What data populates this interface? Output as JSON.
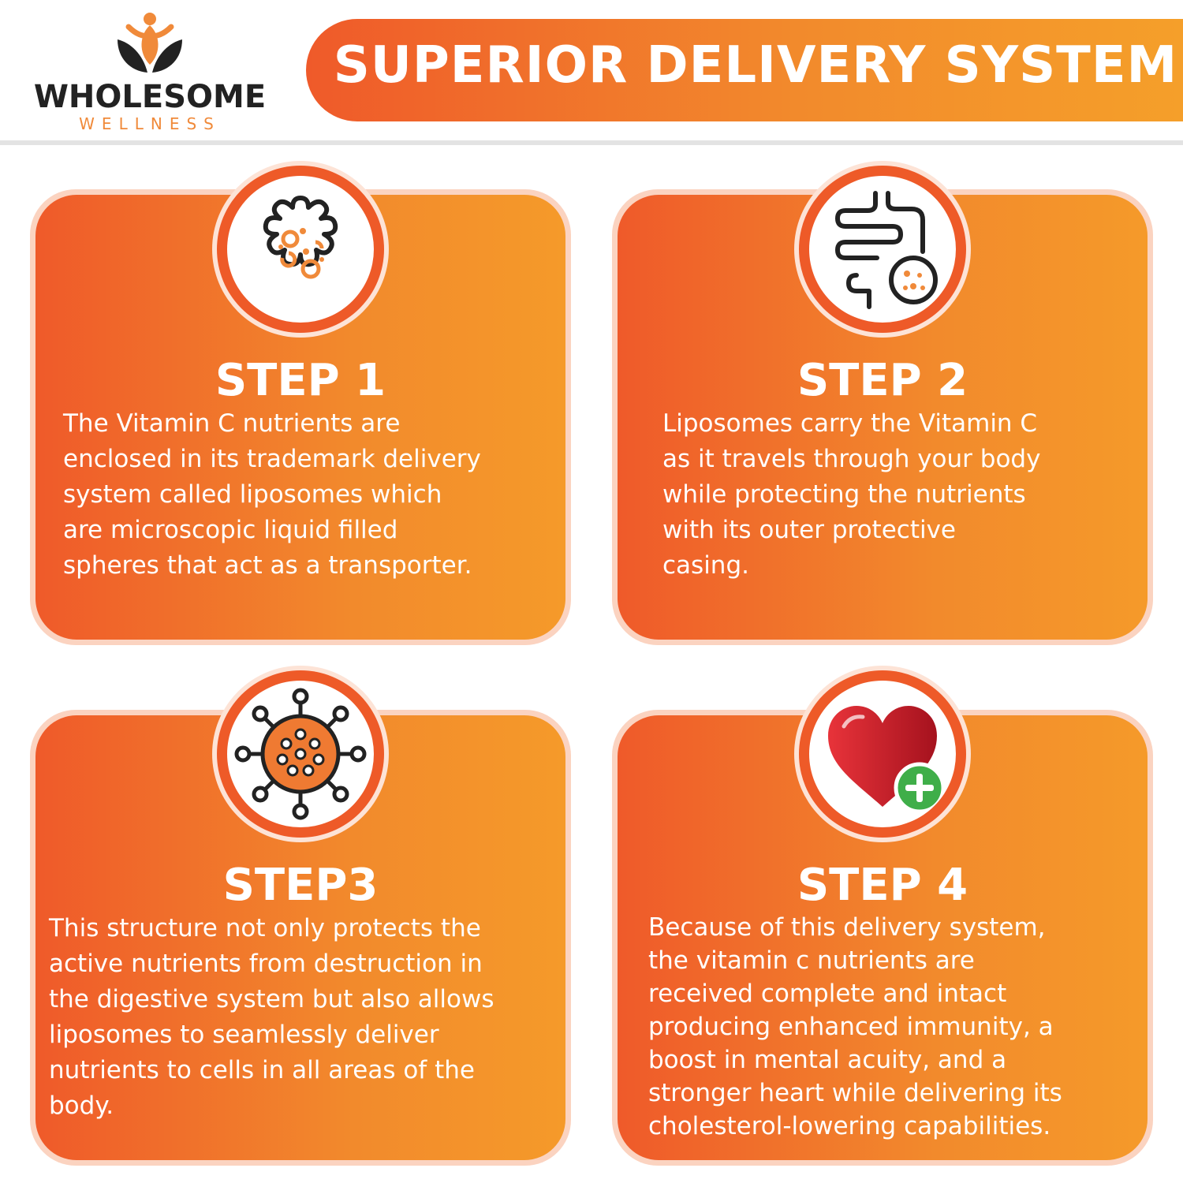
{
  "brand": {
    "name": "WHOLESOME",
    "sub": "WELLNESS",
    "colors": {
      "primary": "#ef5a2a",
      "secondary": "#f5a02a",
      "dark": "#222222",
      "green": "#3fae49"
    }
  },
  "header": {
    "title": "SUPERIOR DELIVERY SYSTEM"
  },
  "steps": [
    {
      "title": "STEP 1",
      "icon": "virus-cell-icon",
      "text": "The Vitamin C nutrients are\nenclosed in its trademark delivery\nsystem called liposomes which\nare microscopic liquid filled\nspheres that act as a transporter."
    },
    {
      "title": "STEP 2",
      "icon": "intestine-icon",
      "text": "Liposomes carry the Vitamin C\nas it travels through your body\nwhile protecting the nutrients\nwith its outer protective\ncasing."
    },
    {
      "title": "STEP3",
      "icon": "liposome-molecule-icon",
      "text": "This structure not only protects the\nactive nutrients from destruction in\nthe digestive system but also allows\nliposomes to seamlessly deliver\nnutrients to cells in all areas of the\nbody."
    },
    {
      "title": "STEP 4",
      "icon": "heart-plus-icon",
      "text": "Because of this delivery system,\nthe vitamin c nutrients are\nreceived complete and intact\nproducing enhanced immunity, a\nboost in mental acuity, and a\nstronger heart while delivering its\ncholesterol-lowering capabilities."
    }
  ]
}
